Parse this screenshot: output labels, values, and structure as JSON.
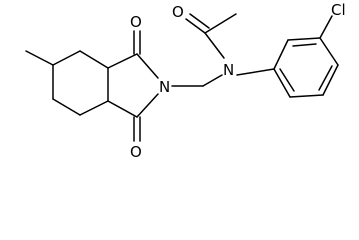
{
  "structure": {
    "atom_labels": {
      "oxygen_acetyl": "O",
      "nitrogen_amide": "N",
      "chlorine": "Cl",
      "oxygen_imide_top": "O",
      "nitrogen_imide": "N",
      "oxygen_imide_bottom": "O"
    },
    "colors": {
      "bond": "#000000",
      "label": "#000000",
      "background": "#ffffff"
    }
  }
}
